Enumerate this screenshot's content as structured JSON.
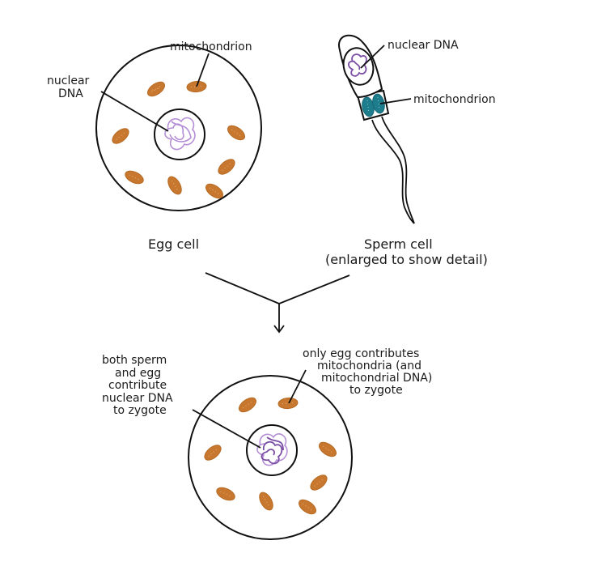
{
  "diagram": {
    "title": "Inheritance of nuclear and mitochondrial DNA",
    "colors": {
      "egg_mitochondrion": "#c8782e",
      "sperm_mitochondrion": "#1e7d8c",
      "nuclear_dna_egg": "#b58fd6",
      "nuclear_dna_zygote_dark": "#7b4fa5",
      "outline": "#111111",
      "background": "#ffffff"
    },
    "egg": {
      "caption": "Egg cell",
      "label_mitochondrion": "mitochondrion",
      "label_nuclear_line1": "nuclear",
      "label_nuclear_line2": "DNA",
      "mitochondria_count": 8
    },
    "sperm": {
      "caption_line1": "Sperm cell",
      "caption_line2": "(enlarged to show detail)",
      "label_nuclear": "nuclear DNA",
      "label_mitochondrion": "mitochondrion",
      "mitochondria_count": 2
    },
    "zygote": {
      "left_label": [
        "both sperm",
        "and egg",
        "contribute",
        "nuclear DNA",
        "to zygote"
      ],
      "right_label": [
        "only egg contributes",
        "mitochondria (and",
        "mitochondrial DNA)",
        "to zygote"
      ],
      "mitochondria_count": 8
    }
  }
}
